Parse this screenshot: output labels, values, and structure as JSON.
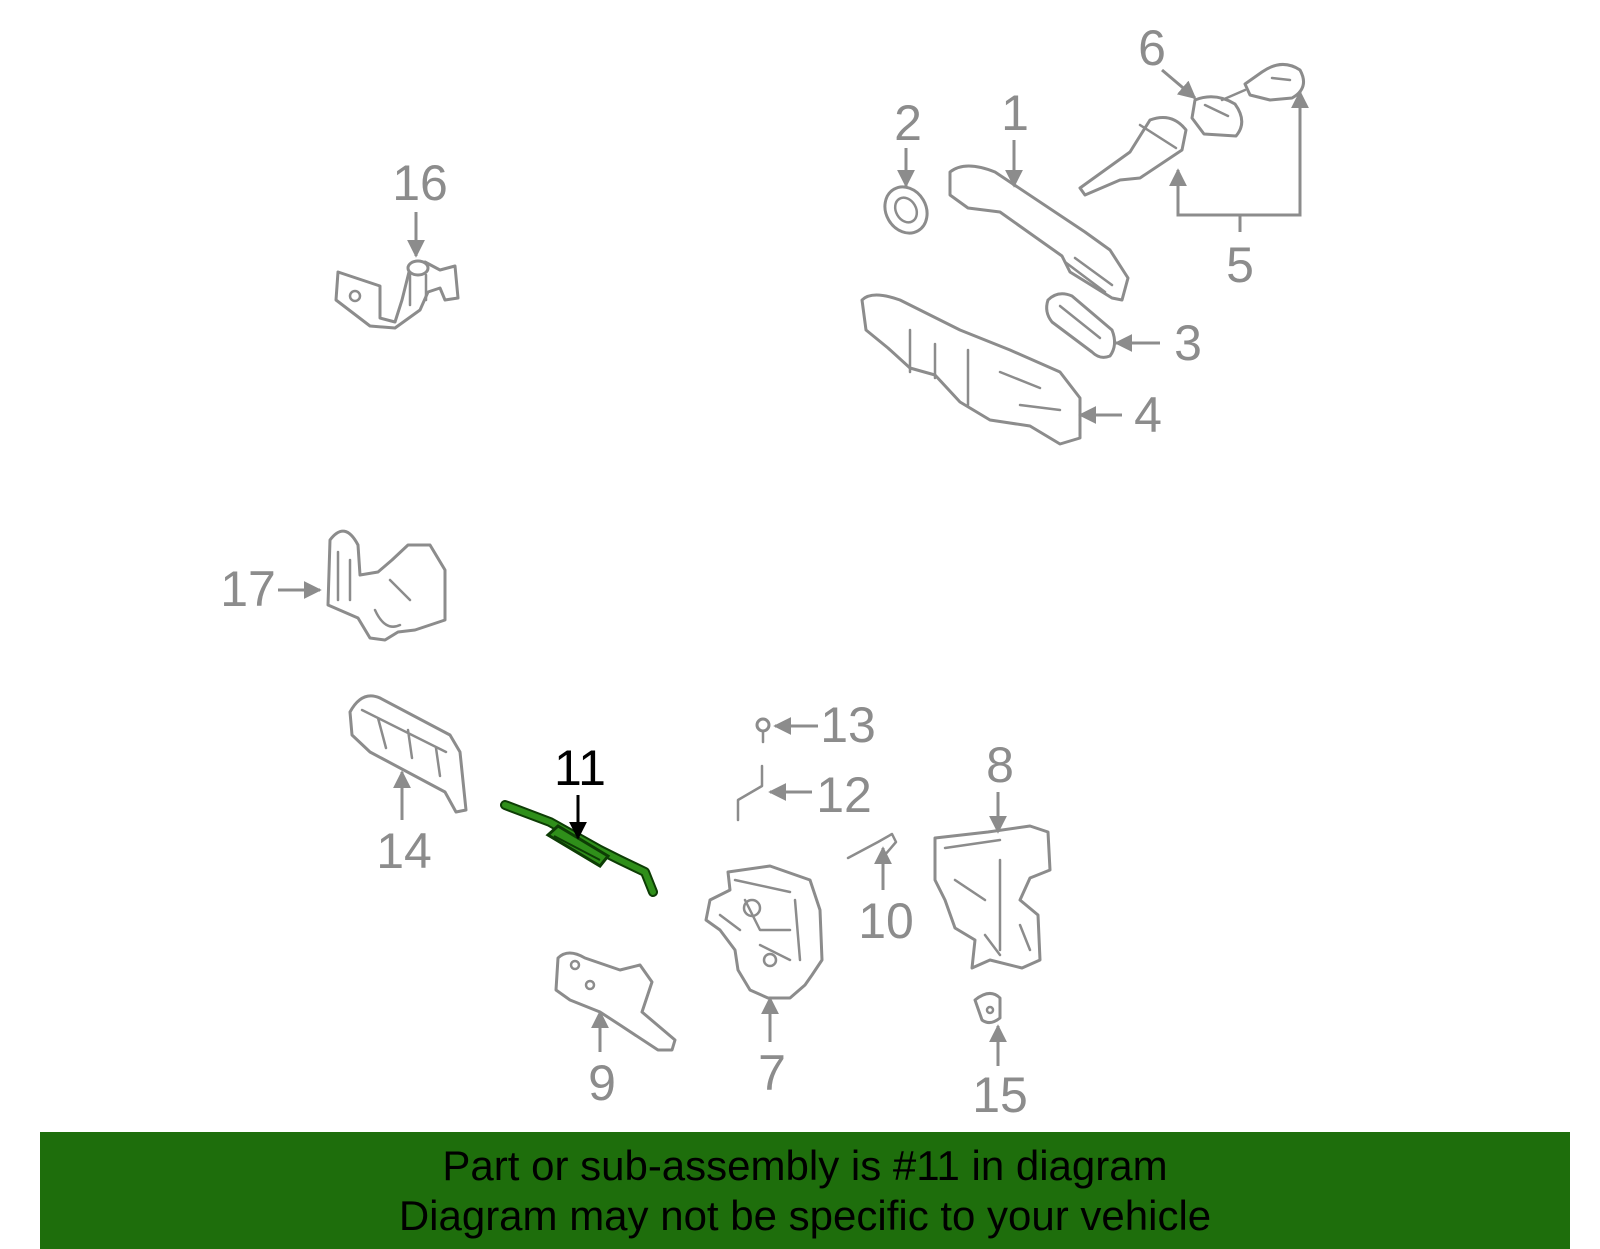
{
  "colors": {
    "part_stroke": "#8c8c8c",
    "highlight": "#2f8f1a",
    "highlight_dark": "#0d3d05",
    "banner_bg": "#1e6e0c",
    "callout_highlight": "#000000"
  },
  "callouts": {
    "c1": "1",
    "c2": "2",
    "c3": "3",
    "c4": "4",
    "c5": "5",
    "c6": "6",
    "c7": "7",
    "c8": "8",
    "c9": "9",
    "c10": "10",
    "c11": "11",
    "c12": "12",
    "c13": "13",
    "c14": "14",
    "c15": "15",
    "c16": "16",
    "c17": "17"
  },
  "highlighted_part": "11",
  "banner": {
    "line1": "Part or sub-assembly is #11 in diagram",
    "line2": "Diagram may not be specific to your vehicle"
  }
}
